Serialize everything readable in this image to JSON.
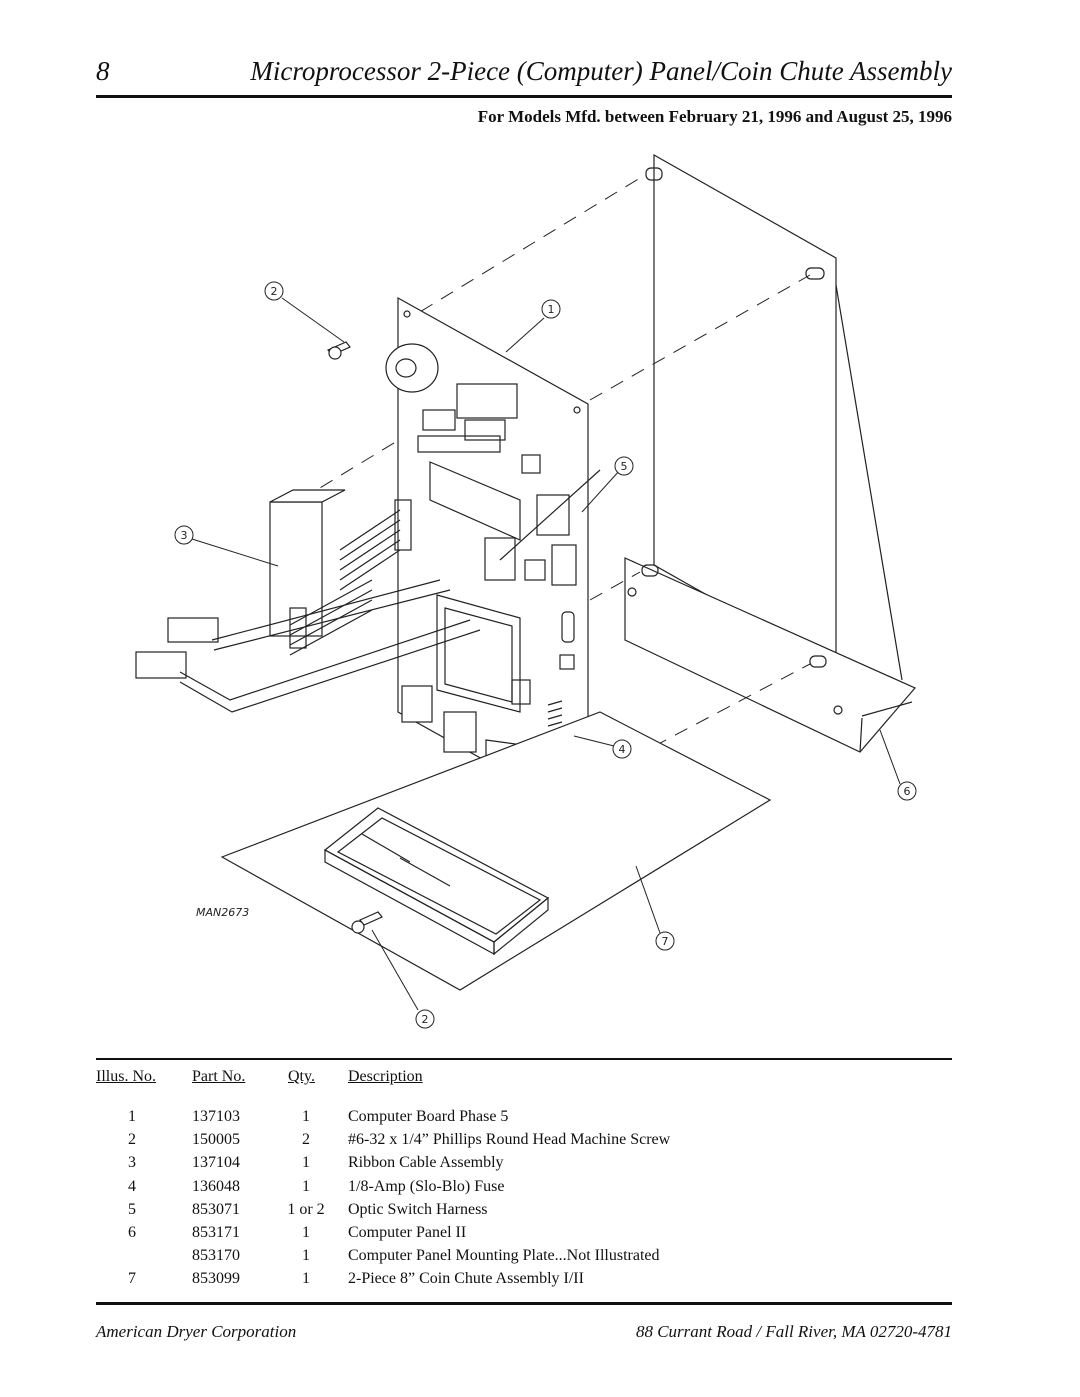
{
  "header": {
    "page_number": "8",
    "title": "Microprocessor 2-Piece (Computer) Panel/Coin Chute Assembly",
    "subtitle": "For Models Mfd. between February 21, 1996 and August 25, 1996"
  },
  "diagram": {
    "drawing_id": "MAN2673",
    "callouts": [
      "1",
      "2",
      "2",
      "3",
      "4",
      "5",
      "6",
      "7"
    ]
  },
  "parts_table": {
    "headers": {
      "illus_no": "Illus. No.",
      "part_no": "Part No.",
      "qty": "Qty.",
      "description": "Description"
    },
    "rows": [
      {
        "illus_no": "1",
        "part_no": "137103",
        "qty": "1",
        "description": "Computer Board Phase 5"
      },
      {
        "illus_no": "2",
        "part_no": "150005",
        "qty": "2",
        "description": "#6-32 x 1/4” Phillips Round Head Machine Screw"
      },
      {
        "illus_no": "3",
        "part_no": "137104",
        "qty": "1",
        "description": "Ribbon Cable Assembly"
      },
      {
        "illus_no": "4",
        "part_no": "136048",
        "qty": "1",
        "description": "1/8-Amp (Slo-Blo) Fuse"
      },
      {
        "illus_no": "5",
        "part_no": "853071",
        "qty": "1 or 2",
        "description": "Optic Switch Harness"
      },
      {
        "illus_no": "6",
        "part_no": "853171",
        "qty": "1",
        "description": "Computer Panel II"
      },
      {
        "illus_no": "",
        "part_no": "853170",
        "qty": "1",
        "description": "Computer Panel Mounting Plate...Not Illustrated"
      },
      {
        "illus_no": "7",
        "part_no": "853099",
        "qty": "1",
        "description": "2-Piece 8” Coin Chute Assembly I/II"
      }
    ]
  },
  "footer": {
    "company": "American Dryer Corporation",
    "address": "88 Currant Road / Fall River, MA 02720-4781"
  }
}
